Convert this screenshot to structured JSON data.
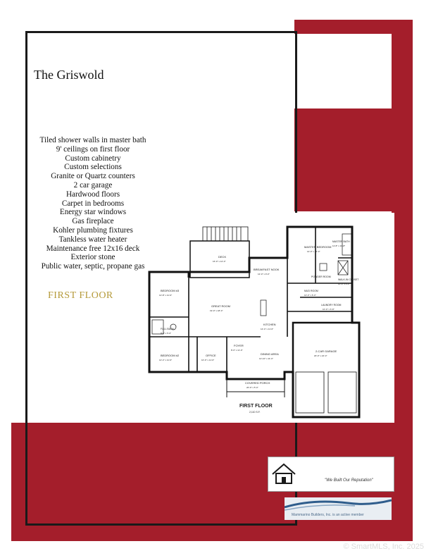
{
  "title": "The Griswold",
  "features": [
    "Tiled shower walls in master bath",
    "9' ceilings on first floor",
    "Custom cabinetry",
    "Custom selections",
    "Granite or Quartz counters",
    "2 car garage",
    "Hardwood floors",
    "Carpet in bedrooms",
    "Energy star windows",
    "Gas fireplace",
    "Kohler plumbing fixtures",
    "Tankless water heater",
    "Maintenance free 12x16 deck",
    "Exterior stone",
    "Public water, septic, propane gas"
  ],
  "floor_label": "FIRST FLOOR",
  "plan": {
    "heading": "FIRST FLOOR",
    "area": "2,110 S.F.",
    "rooms": {
      "deck": "DECK",
      "deck_dim": "16'-0\" x 12'-0\"",
      "breakfast": "BREAKFAST NOOK",
      "breakfast_dim": "12'-0\" x 9'-0\"",
      "master": "MASTER BEDROOM",
      "master_dim": "14'-0\" x 16'-0\"",
      "master_bath": "MASTER BATH",
      "master_bath_dim": "11'-8\" x 10'-8\"",
      "powder": "POWDER ROOM",
      "walk_in": "WALK-IN CLOSET",
      "walk_in_dim": "10'-0\" x 6'-0\"",
      "mud": "MUD ROOM",
      "mud_dim": "10'-0\" x 6'-0\"",
      "laundry": "LAUNDRY ROOM",
      "laundry_dim": "10'-0\" x 6'-8\"",
      "bedroom3": "BEDROOM #3",
      "bedroom3_dim": "12'-8\" x 11'-0\"",
      "great_room": "GREAT ROOM",
      "great_room_dim": "19'-0\" x 18'-0\"",
      "kitchen": "KITCHEN",
      "kitchen_dim": "12'-4\" x 11'-0\"",
      "full_bath": "FULL BATH",
      "full_bath_dim": "8'-0\" x 5'-0\"",
      "bedroom2": "BEDROOM #2",
      "bedroom2_dim": "12'-4\" x 11'-0\"",
      "office": "OFFICE",
      "office_dim": "10'-0\" x 11'-0\"",
      "foyer": "FOYER",
      "foyer_dim": "8'-0\" x 11'-0\"",
      "dining": "DINING AREA",
      "dining_dim": "12'-10\" x 11'-0\"",
      "garage": "2-CAR GARAGE",
      "garage_dim": "20'-0\" x 24'-0\"",
      "porch": "COVERED PORCH",
      "porch_dim": "20'-0\" x 5'-0\""
    }
  },
  "logo_tagline": "\"We Built Our Reputation\"",
  "badge_text": "Mammarino Builders, Inc. is an active member",
  "watermark": "© SmartMLS, Inc. 2025",
  "colors": {
    "brand_red": "#a41e2b",
    "label_gold": "#b59a3a"
  }
}
